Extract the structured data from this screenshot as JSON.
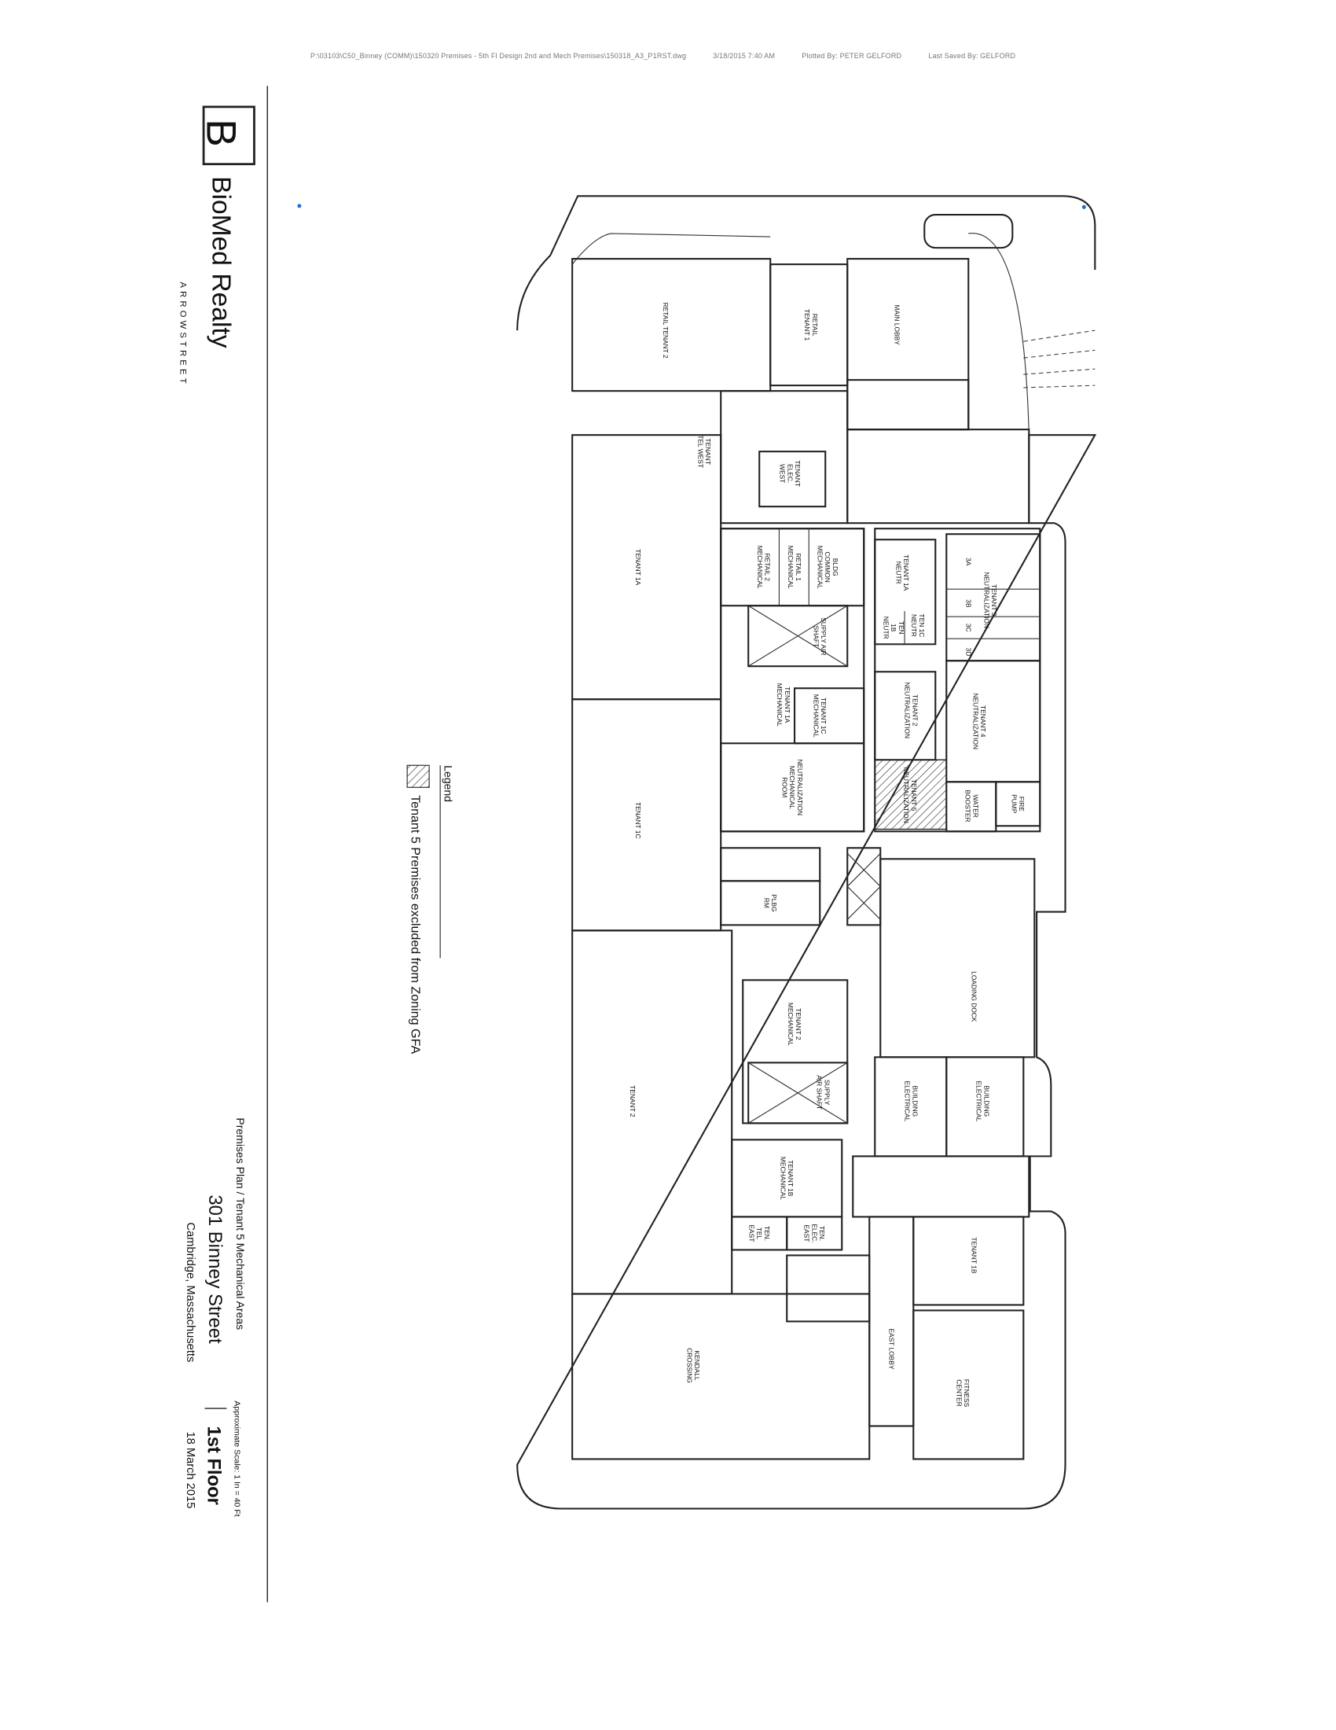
{
  "plot_stamp": {
    "file_path": "P:\\03103\\C50_Binney (COMM)\\150320 Premises - 5th Fl Design 2nd and Mech Premises\\150318_A3_P1RST.dwg",
    "date_time": "3/18/2015 7:40 AM",
    "plotted_by": "Plotted By: PETER GELFORD",
    "last_saved_by": "Last Saved By: GELFORD"
  },
  "brand": {
    "logo_letter": "B",
    "company": "BioMed Realty",
    "architect": "ARROWSTREET"
  },
  "title_block": {
    "subtitle": "Premises Plan / Tenant 5 Mechanical Areas",
    "address": "301 Binney Street",
    "city": "Cambridge, Massachusetts",
    "scale": "Approximate Scale: 1 In = 40 Ft",
    "floor": "1st Floor",
    "date": "18 March 2015"
  },
  "legend": {
    "title": "Legend",
    "items": [
      {
        "pattern": "diagonal-hatch",
        "label": "Tenant 5 Premises excluded from Zoning GFA"
      }
    ]
  },
  "plan": {
    "rooms": [
      {
        "lines": [
          "RETAIL TENANT 2"
        ]
      },
      {
        "lines": [
          "RETAIL",
          "TENANT 1"
        ]
      },
      {
        "lines": [
          "MAIN LOBBY"
        ]
      },
      {
        "lines": [
          "TENANT",
          "TEL WEST"
        ]
      },
      {
        "lines": [
          "TENANT",
          "ELEC.",
          "WEST"
        ]
      },
      {
        "lines": [
          "TENANT 1A"
        ]
      },
      {
        "lines": [
          "TENANT 1C"
        ]
      },
      {
        "lines": [
          "TENANT 2"
        ]
      },
      {
        "lines": [
          "KENDALL",
          "CROSSING"
        ]
      },
      {
        "lines": [
          "BLDG",
          "COMMON",
          "MECHANICAL"
        ]
      },
      {
        "lines": [
          "RETAIL 1",
          "MECHANICAL"
        ]
      },
      {
        "lines": [
          "RETAIL 2",
          "MECHANICAL"
        ]
      },
      {
        "lines": [
          "SUPPLY AIR",
          "SHAFT"
        ]
      },
      {
        "lines": [
          "TENANT 1C",
          "MECHANICAL"
        ]
      },
      {
        "lines": [
          "TENANT 1A",
          "MECHANICAL"
        ]
      },
      {
        "lines": [
          "NEUTRALIZATION",
          "MECHANICAL",
          "ROOM"
        ]
      },
      {
        "lines": [
          "TENANT 1A",
          "NEUTR"
        ]
      },
      {
        "lines": [
          "TEN 1C",
          "NEUTR"
        ]
      },
      {
        "lines": [
          "TEN",
          "1B",
          "NEUTR"
        ]
      },
      {
        "lines": [
          "TENANT 3",
          "NEUTRALIZATION"
        ]
      },
      {
        "lines": [
          "3A"
        ]
      },
      {
        "lines": [
          "3B"
        ]
      },
      {
        "lines": [
          "3C"
        ]
      },
      {
        "lines": [
          "3D"
        ]
      },
      {
        "lines": [
          "TENANT 2",
          "NEUTRALIZATION"
        ]
      },
      {
        "lines": [
          "TENANT 4",
          "NEUTRALIZATION"
        ]
      },
      {
        "lines": [
          "TENANT 5",
          "NEUTRALIZATION"
        ]
      },
      {
        "lines": [
          "FIRE",
          "PUMP"
        ]
      },
      {
        "lines": [
          "WATER",
          "BOOSTER"
        ]
      },
      {
        "lines": [
          "PLBG",
          "RM"
        ]
      },
      {
        "lines": [
          "LOADING DOCK"
        ]
      },
      {
        "lines": [
          "BUILDING",
          "ELECTRICAL"
        ]
      },
      {
        "lines": [
          "BUILDING",
          "ELECTRICAL"
        ]
      },
      {
        "lines": [
          "TENANT 2",
          "MECHANICAL"
        ]
      },
      {
        "lines": [
          "SUPPLY",
          "AIR SHAFT"
        ]
      },
      {
        "lines": [
          "TENANT 1B",
          "MECHANICAL"
        ]
      },
      {
        "lines": [
          "TEN.",
          "ELEC.",
          "EAST"
        ]
      },
      {
        "lines": [
          "TEN.",
          "TEL",
          "EAST"
        ]
      },
      {
        "lines": [
          "EAST LOBBY"
        ]
      },
      {
        "lines": [
          "TENANT 1B"
        ]
      },
      {
        "lines": [
          "FITNESS",
          "CENTER"
        ]
      }
    ]
  },
  "colors": {
    "ink": "#111111",
    "marker_dot": "#1f6fd0",
    "stamp": "#777777"
  }
}
